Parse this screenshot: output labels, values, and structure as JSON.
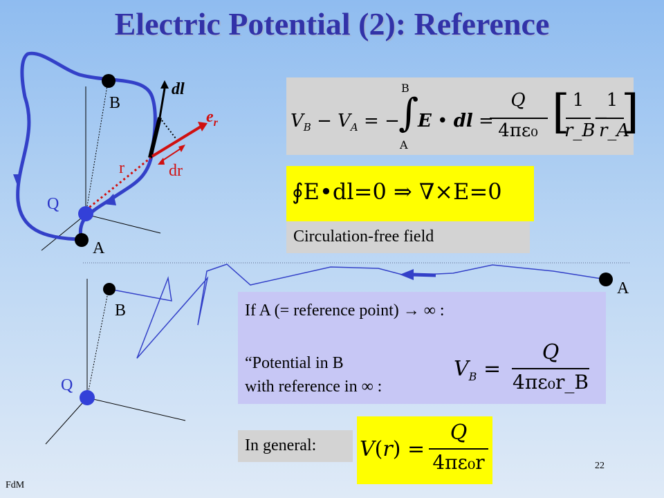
{
  "slide": {
    "title": "Electric Potential (2): Reference",
    "page_number": "22",
    "footer": "FdM"
  },
  "top_figure": {
    "label_B": "B",
    "label_A": "A",
    "label_Q": "Q",
    "label_dl": "dl",
    "label_er": "e",
    "label_er_sub": "r",
    "label_r": "r",
    "label_dr": "dr",
    "colors": {
      "path": "#3340c8",
      "vector": "#d01010",
      "charge": "#3340d8"
    }
  },
  "equations": {
    "potential_difference": {
      "lhs": "V_B − V_A = −∫_A^B E • dl = Q/(4πε₀) [1/r_B − 1/r_A]",
      "integral_upper": "B",
      "integral_lower": "A",
      "numerator": "Q",
      "denominator": "4πε₀",
      "bracket_term1_num": "1",
      "bracket_term1_den": "r_B",
      "bracket_term2_num": "1",
      "bracket_term2_den": "r_A"
    },
    "circulation": {
      "expression": "∮E•dl=0 ⇒ ∇×E=0",
      "caption": "Circulation-free field"
    }
  },
  "bottom_figure": {
    "label_B": "B",
    "label_A": "A",
    "label_Q": "Q"
  },
  "reference_box": {
    "line1": "If A (= reference point) → ∞ :",
    "line2": "“Potential in B",
    "line3": " with reference in ∞ :",
    "eq_numerator": "Q",
    "eq_denominator": "4πε₀r_B"
  },
  "general": {
    "label": "In general:",
    "eq_numerator": "Q",
    "eq_denominator": "4πε₀r"
  }
}
